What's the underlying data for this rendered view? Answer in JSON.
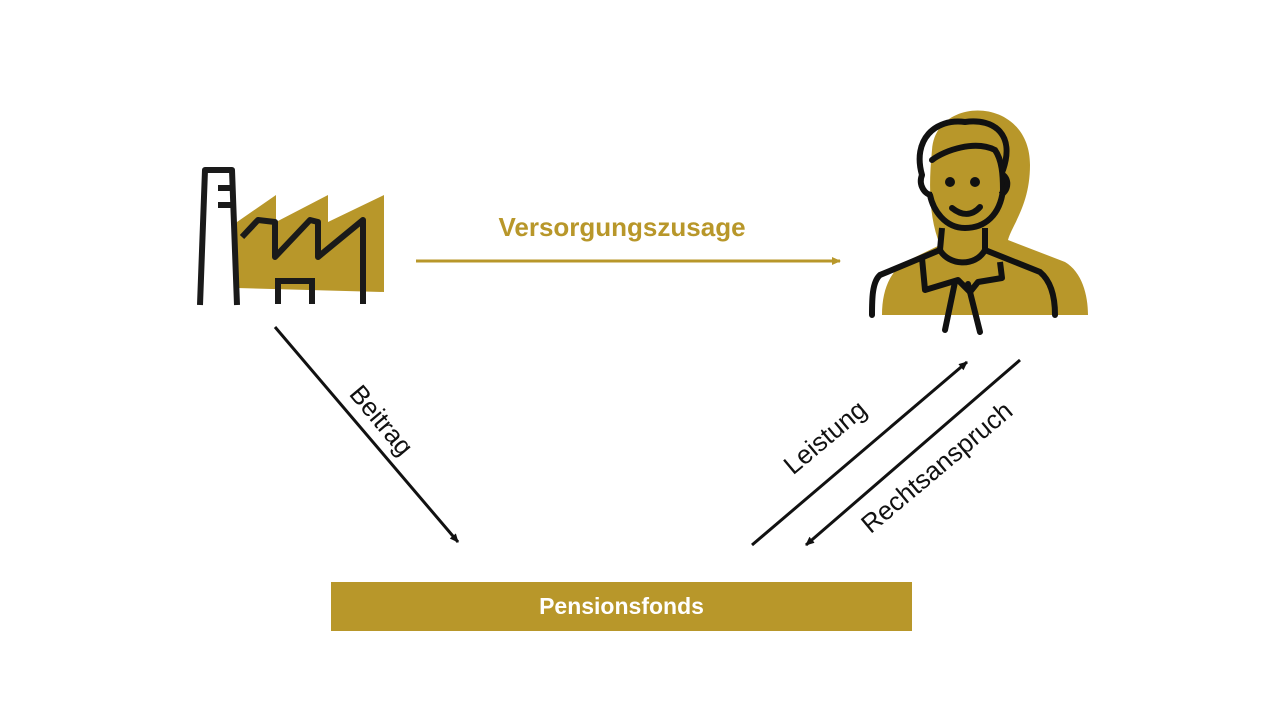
{
  "colors": {
    "accent": "#B8972A",
    "line": "#111111"
  },
  "icons": {
    "employer": "factory-icon",
    "employee": "person-icon"
  },
  "labels": {
    "promise": "Versorgungszusage",
    "contribution": "Beitrag",
    "benefit": "Leistung",
    "claim": "Rechtsanspruch",
    "fund": "Pensionsfonds"
  }
}
